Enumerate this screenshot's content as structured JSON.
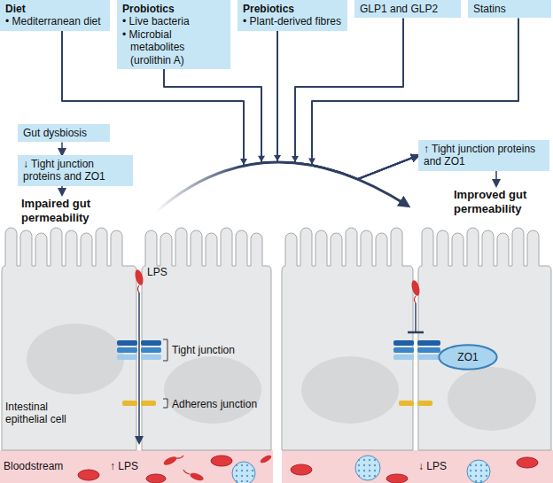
{
  "diagram": {
    "nodes": [
      {
        "text": [
          "Diet",
          "• Mediterranean diet"
        ]
      },
      {
        "text": [
          "Probiotics",
          "• Live bacteria",
          "• Microbial metabolites (urolithin A)"
        ]
      },
      {
        "text": [
          "Prebiotics",
          "• Plant-derived fibres"
        ]
      },
      {
        "text": [
          "GLP1 and GLP2"
        ]
      },
      {
        "text": [
          "Statins"
        ]
      },
      {
        "text": [
          "Gut dysbiosis"
        ]
      },
      {
        "text": [
          "↓ Tight junction proteins and ZO1"
        ]
      },
      {
        "text": [
          "↑ Tight junction proteins and ZO1"
        ]
      },
      {
        "text": [
          "ZO1"
        ]
      }
    ],
    "edges": [
      {
        "from": 0,
        "to": 7,
        "arrow": "to"
      },
      {
        "from": 1,
        "to": 7,
        "arrow": "to"
      },
      {
        "from": 2,
        "to": 7,
        "arrow": "to"
      },
      {
        "from": 3,
        "to": 7,
        "arrow": "to"
      },
      {
        "from": 4,
        "to": 7,
        "arrow": "to"
      },
      {
        "from": 5,
        "to": 6,
        "arrow": "to"
      }
    ],
    "labels": [
      "Impaired gut permeability",
      "Improved gut permeability",
      "LPS",
      "Tight junction",
      "Adherens junction",
      "Intestinal epithelial cell",
      "Bloodstream",
      "↑ LPS",
      "↓ LPS"
    ]
  }
}
